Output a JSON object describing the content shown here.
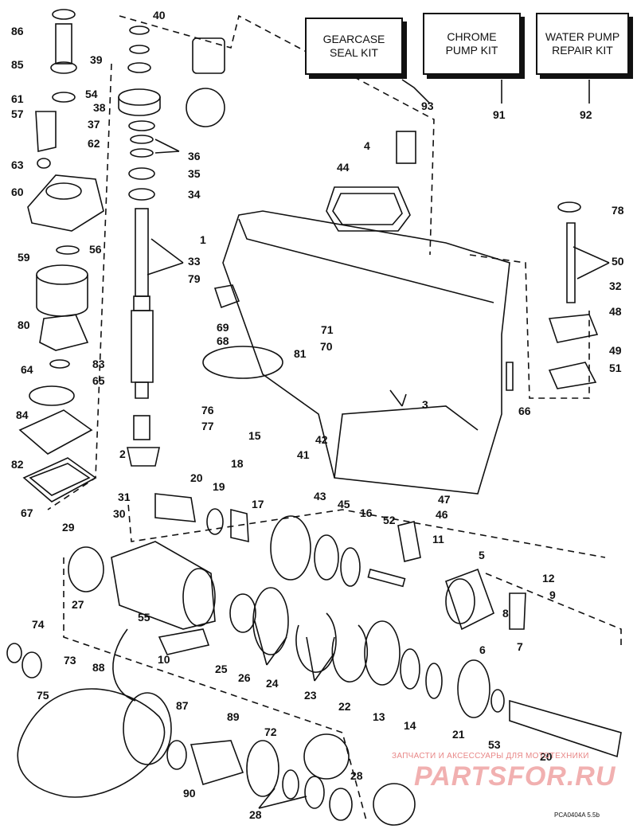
{
  "kits": [
    {
      "id": "kit-gearcase-seal",
      "line1": "GEARCASE",
      "line2": "SEAL KIT",
      "number": "93"
    },
    {
      "id": "kit-chrome-pump",
      "line1": "CHROME",
      "line2": "PUMP KIT",
      "number": "91"
    },
    {
      "id": "kit-water-pump-repair",
      "line1": "WATER PUMP",
      "line2": "REPAIR KIT",
      "number": "92"
    }
  ],
  "callouts": [
    "86",
    "85",
    "61",
    "57",
    "63",
    "60",
    "59",
    "80",
    "64",
    "84",
    "82",
    "67",
    "40",
    "39",
    "54",
    "38",
    "37",
    "36",
    "35",
    "34",
    "33",
    "62",
    "56",
    "83",
    "65",
    "2",
    "31",
    "29",
    "30",
    "27",
    "74",
    "73",
    "75",
    "88",
    "87",
    "89",
    "90",
    "72",
    "28",
    "28",
    "55",
    "10",
    "25",
    "26",
    "24",
    "23",
    "22",
    "13",
    "14",
    "21",
    "53",
    "20",
    "20",
    "19",
    "18",
    "17",
    "15",
    "43",
    "45",
    "16",
    "52",
    "11",
    "5",
    "12",
    "9",
    "8",
    "7",
    "6",
    "47",
    "46",
    "3",
    "42",
    "41",
    "76",
    "77",
    "79",
    "69",
    "68",
    "81",
    "71",
    "70",
    "4",
    "44",
    "1",
    "78",
    "50",
    "32",
    "48",
    "49",
    "51",
    "66"
  ],
  "watermark": {
    "caption": "ЗАПЧАСТИ И АКСЕССУАРЫ ДЛЯ МОТОТЕХНИКИ",
    "brand": "PARTSFOR.RU"
  },
  "drawing_code": "PCA0404A 5.5b"
}
